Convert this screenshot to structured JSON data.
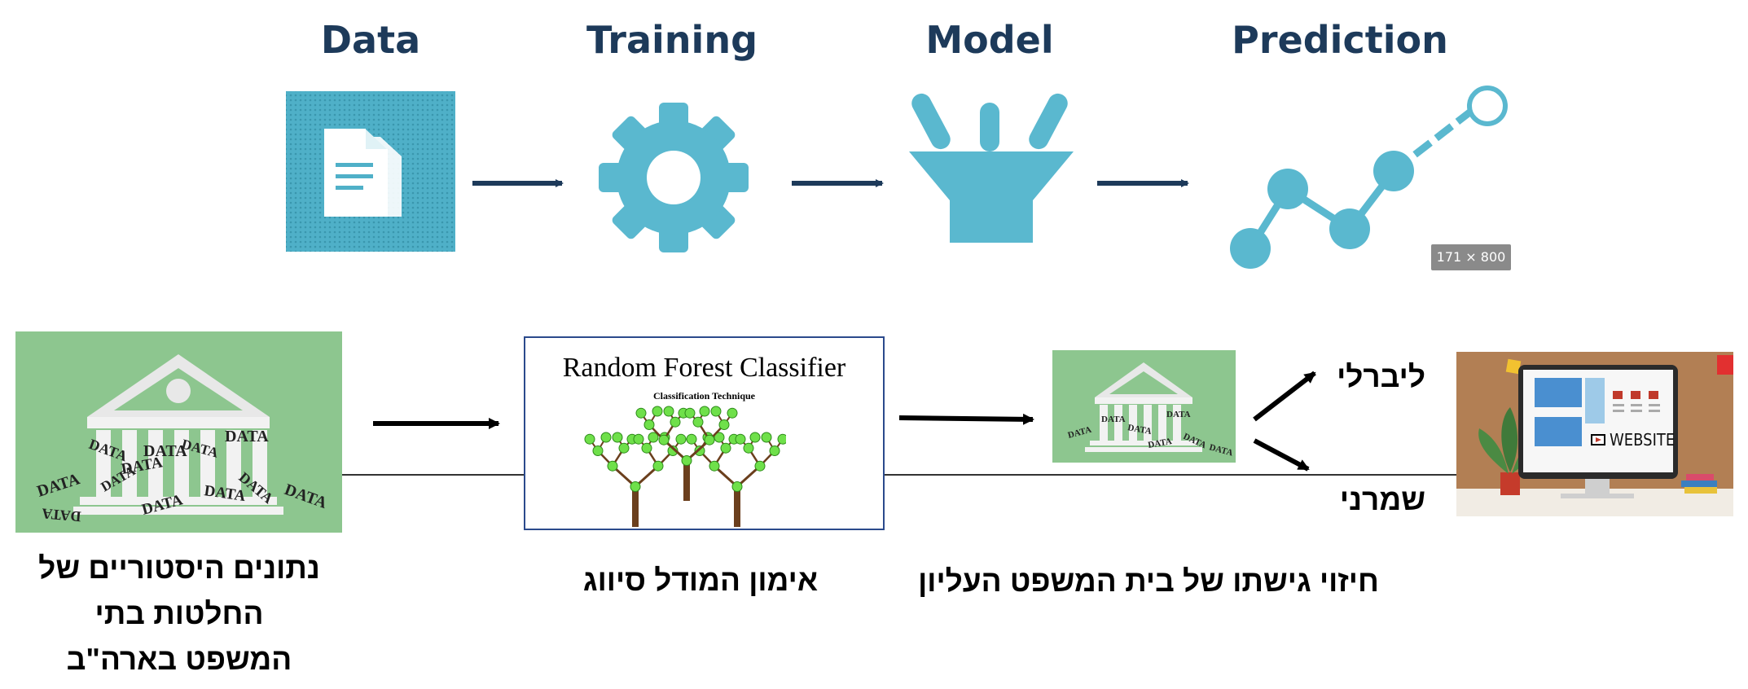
{
  "pipeline": {
    "steps": [
      {
        "title": "Data",
        "icon": "document-icon"
      },
      {
        "title": "Training",
        "icon": "gear-icon"
      },
      {
        "title": "Model",
        "icon": "funnel-icon"
      },
      {
        "title": "Prediction",
        "icon": "line-chart-icon"
      }
    ],
    "size_tag": "171 × 800"
  },
  "flow": {
    "rf_title": "Random Forest Classifier",
    "rf_subtitle": "Classification Technique",
    "court_word": "DATA",
    "website_word": "WEBSITE",
    "outcome_liberal": "ליברלי",
    "outcome_conservative": "שמרני",
    "caption_data_lines": [
      "נתונים היסטוריים של",
      "החלטות בתי",
      "המשפט בארה\"ב"
    ],
    "caption_training": "אימון המודל סיווג",
    "caption_prediction": "חיזוי גישתו של  בית המשפט העליון"
  },
  "colors": {
    "accent": "#5ab8cf",
    "title": "#1d3a5a",
    "court_bg": "#8dc68f",
    "tree_trunk": "#6b3f1d",
    "tree_node": "#6fe04a"
  }
}
